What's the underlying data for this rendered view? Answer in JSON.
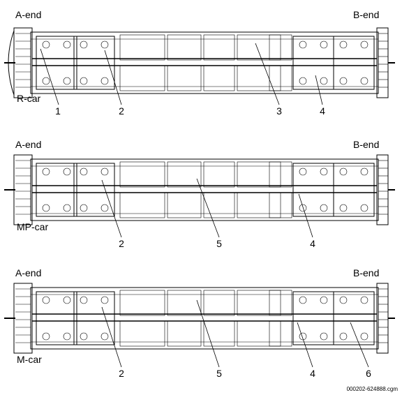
{
  "figure_id": "000202-624888.cgm",
  "cars": [
    {
      "name": "R-car",
      "a_end": "A-end",
      "b_end": "B-end",
      "callouts": [
        "1",
        "2",
        "3",
        "4"
      ]
    },
    {
      "name": "MP-car",
      "a_end": "A-end",
      "b_end": "B-end",
      "callouts": [
        "2",
        "5",
        "4"
      ]
    },
    {
      "name": "M-car",
      "a_end": "A-end",
      "b_end": "B-end",
      "callouts": [
        "2",
        "5",
        "4",
        "6"
      ]
    }
  ]
}
